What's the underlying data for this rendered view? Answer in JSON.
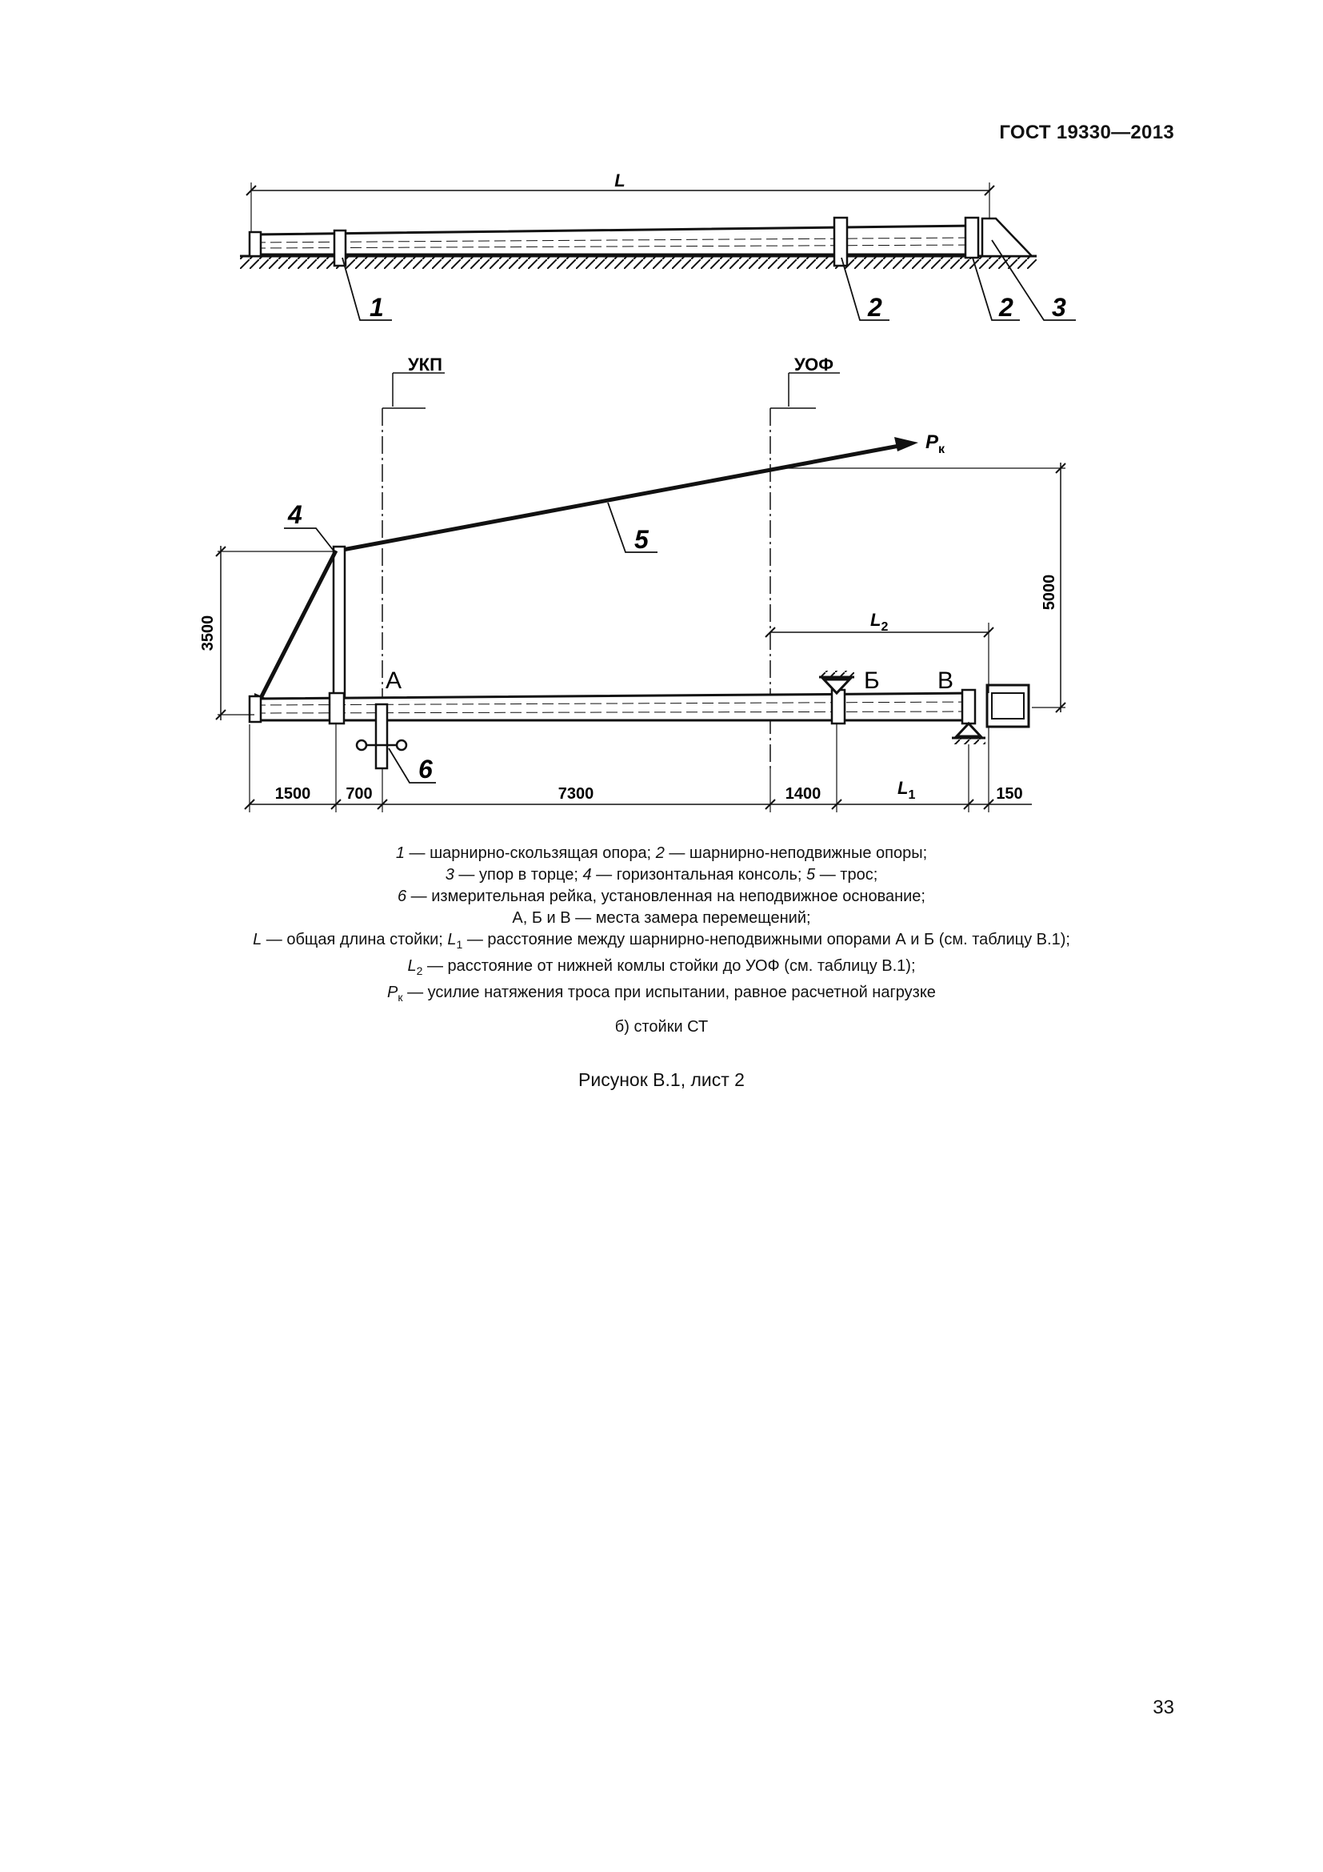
{
  "header": {
    "standard": "ГОСТ 19330—2013"
  },
  "page_number": "33",
  "figure_top": {
    "dim_L": "L",
    "callouts": [
      "1",
      "2",
      "2",
      "3"
    ]
  },
  "figure_main": {
    "label_ukp": "УКП",
    "label_uof": "УОФ",
    "force_label": "P",
    "force_sub": "к",
    "callout_4": "4",
    "callout_5": "5",
    "callout_6": "6",
    "point_a": "А",
    "point_b": "Б",
    "point_v": "В",
    "dim_3500": "3500",
    "dim_5000": "5000",
    "dim_L2": "L",
    "dim_L2_sub": "2",
    "dim_L1": "L",
    "dim_L1_sub": "1",
    "dims_bottom": [
      "1500",
      "700",
      "7300",
      "1400",
      "150"
    ]
  },
  "legend": {
    "l1_n1": "1",
    "l1_t1": " — шарнирно-скользящая опора; ",
    "l1_n2": "2",
    "l1_t2": " — шарнирно-неподвижные опоры;",
    "l2_n1": "3",
    "l2_t1": " — упор в торце; ",
    "l2_n2": "4",
    "l2_t2": " — горизонтальная консоль; ",
    "l2_n3": "5",
    "l2_t3": " — трос;",
    "l3_n1": "6",
    "l3_t1": " — измерительная рейка, установленная на неподвижное основание;",
    "l4": "А, Б и В — места замера перемещений;",
    "l5_v1": "L",
    "l5_t1": " — общая длина стойки; ",
    "l5_v2": "L",
    "l5_s2": "1",
    "l5_t2": " — расстояние между шарнирно-неподвижными опорами А и Б (см. таблицу В.1);",
    "l6_v": "L",
    "l6_s": "2",
    "l6_t": " — расстояние от нижней комлы стойки до УОФ (см. таблицу В.1);",
    "l7_v": "P",
    "l7_s": "к",
    "l7_t": " — усилие натяжения троса при испытании, равное расчетной нагрузке"
  },
  "subcaption": "б) стойки СТ",
  "caption": "Рисунок В.1, лист 2"
}
